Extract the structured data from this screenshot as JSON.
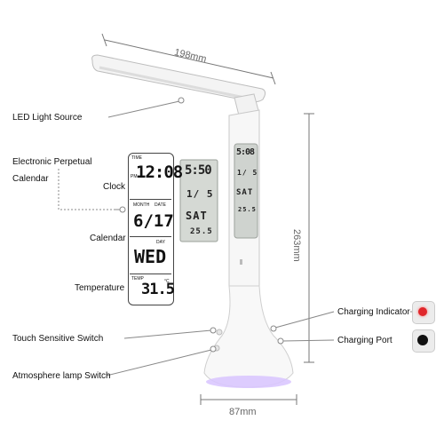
{
  "dimensions": {
    "width": "198mm",
    "height": "263mm",
    "base": "87mm"
  },
  "callouts": {
    "led": "LED Light Source",
    "calendar_title_1": "Electronic Perpetual",
    "calendar_title_2": "Calendar",
    "touch": "Touch Sensitive Switch",
    "atmosphere": "Atmosphere lamp Switch",
    "charging_indicator": "Charging Indicator",
    "charging_port": "Charging Port"
  },
  "lcd_labels": {
    "clock": "Clock",
    "calendar": "Calendar",
    "temperature": "Temperature"
  },
  "lcd": {
    "time_tag": "TIME",
    "pm_tag": "PM",
    "time": "12:08",
    "month_tag": "MONTH",
    "date_tag": "DATE",
    "date": "6/17",
    "day_tag": "DAY",
    "day": "WED",
    "temp_tag": "TEMP",
    "temp": "31.5",
    "temp_unit": "°C"
  },
  "lamp_screen": {
    "time": "5:50",
    "date": "1/ 5",
    "day": "SAT",
    "temp": "25.5"
  },
  "lamp_screen_back": {
    "time": "5:08",
    "date": "1/ 5",
    "day": "SAT",
    "temp": "25.5"
  },
  "colors": {
    "indicator_red": "#e0262b",
    "port_black": "#111111",
    "atmosphere_glow": "#c9a8ff"
  }
}
